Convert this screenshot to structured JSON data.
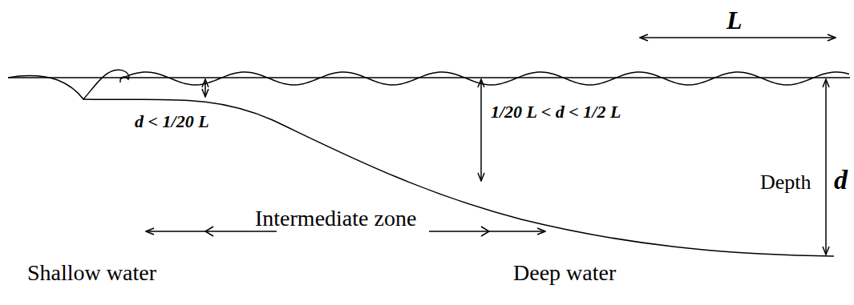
{
  "diagram": {
    "labels": [
      "L",
      "d < 1/20 L",
      "1/20 L < d < 1/2 L",
      "Depth",
      "d",
      "Intermediate zone",
      "Shallow water",
      "Deep water"
    ]
  }
}
